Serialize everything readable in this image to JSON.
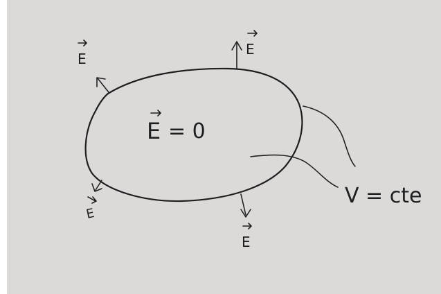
{
  "labels": {
    "inside_field": "E",
    "inside_equals": "= 0",
    "field_top_right": "E",
    "field_top_left": "E",
    "field_bottom_left": "E",
    "field_bottom_right": "E",
    "potential": "V = cte"
  },
  "colors": {
    "paper": "#dcdad9",
    "ink": "#1e1e1e",
    "border_left": "#ffffff"
  }
}
